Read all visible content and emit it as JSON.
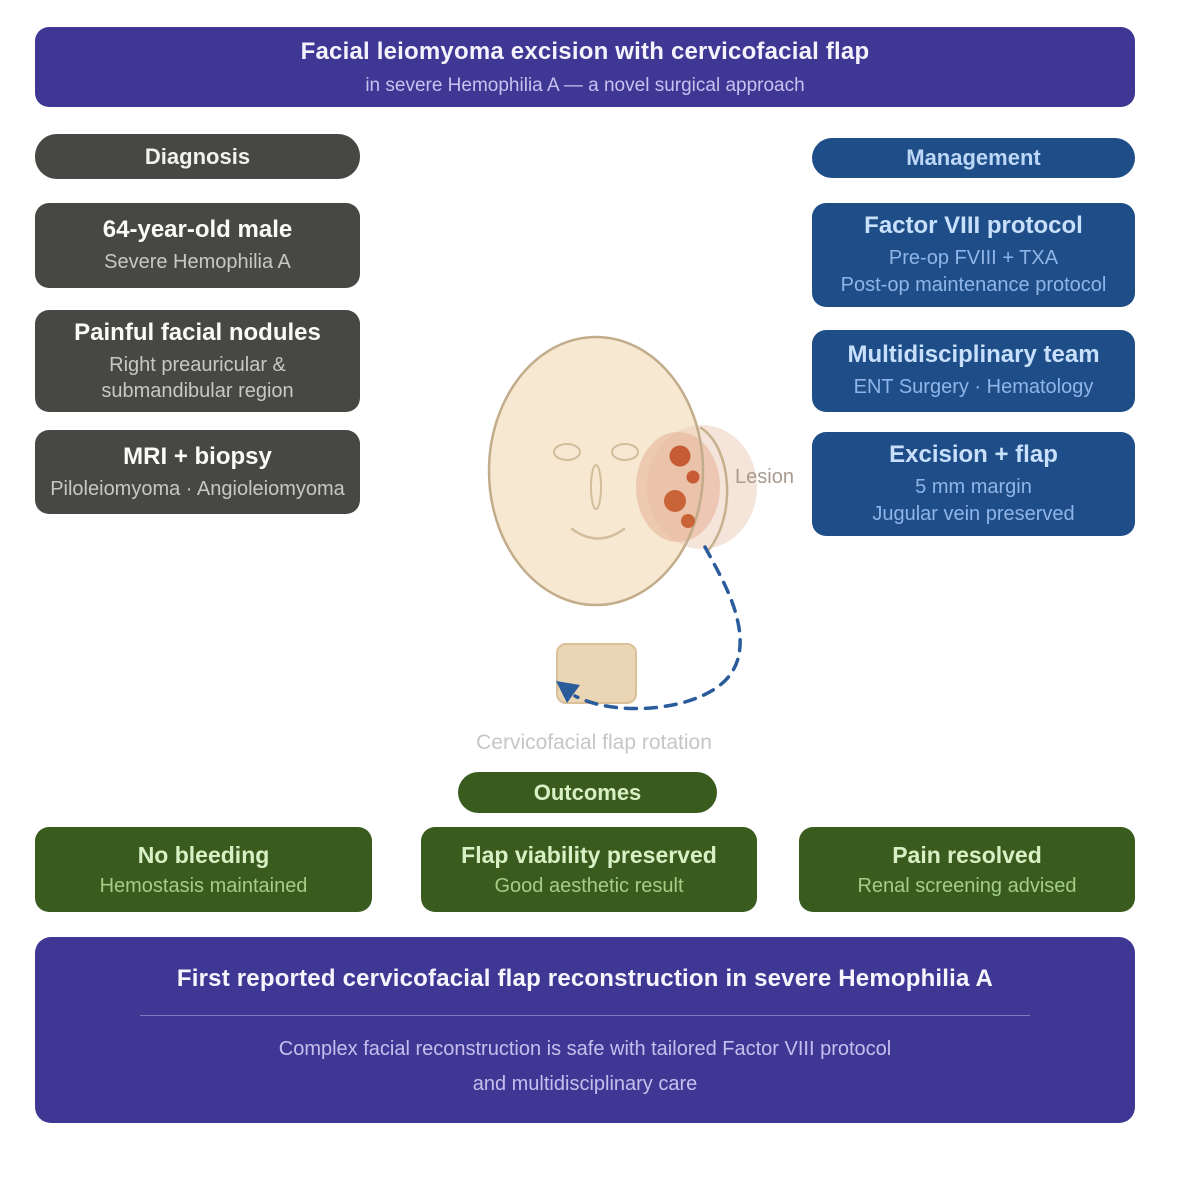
{
  "header": {
    "title": "Facial leiomyoma excision with cervicofacial flap",
    "subtitle": "in severe Hemophilia A — a novel surgical approach"
  },
  "diagnosis": {
    "label": "Diagnosis",
    "cards": [
      {
        "title": "64-year-old male",
        "sub": [
          "Severe Hemophilia A"
        ]
      },
      {
        "title": "Painful facial nodules",
        "sub": [
          "Right preauricular &",
          "submandibular region"
        ]
      },
      {
        "title": "MRI + biopsy",
        "sub": [
          "Piloleiomyoma · Angioleiomyoma"
        ]
      }
    ]
  },
  "management": {
    "label": "Management",
    "cards": [
      {
        "title": "Factor VIII protocol",
        "sub": [
          "Pre-op FVIII + TXA",
          "Post-op maintenance protocol"
        ]
      },
      {
        "title": "Multidisciplinary team",
        "sub": [
          "ENT Surgery · Hematology"
        ]
      },
      {
        "title": "Excision + flap",
        "sub": [
          "5 mm margin",
          "Jugular vein preserved"
        ]
      }
    ]
  },
  "illustration": {
    "lesion_label": "Lesion",
    "caption": "Cervicofacial flap rotation"
  },
  "outcomes": {
    "label": "Outcomes",
    "cards": [
      {
        "title": "No bleeding",
        "sub": "Hemostasis maintained"
      },
      {
        "title": "Flap viability preserved",
        "sub": "Good aesthetic result"
      },
      {
        "title": "Pain resolved",
        "sub": "Renal screening advised"
      }
    ]
  },
  "footer": {
    "title": "First reported cervicofacial flap reconstruction in severe Hemophilia A",
    "line1": "Complex facial reconstruction is safe with tailored Factor VIII protocol",
    "line2": "and multidisciplinary care"
  },
  "colors": {
    "purple": "#3e3794",
    "dark_gray": "#474744",
    "blue": "#1e4d87",
    "green": "#3a5b1e",
    "skin": "#f6e8d1",
    "skin_outline": "#c2ac8a",
    "lesion_dot": "#c75b35",
    "arrow_blue": "#2a5c9c"
  }
}
